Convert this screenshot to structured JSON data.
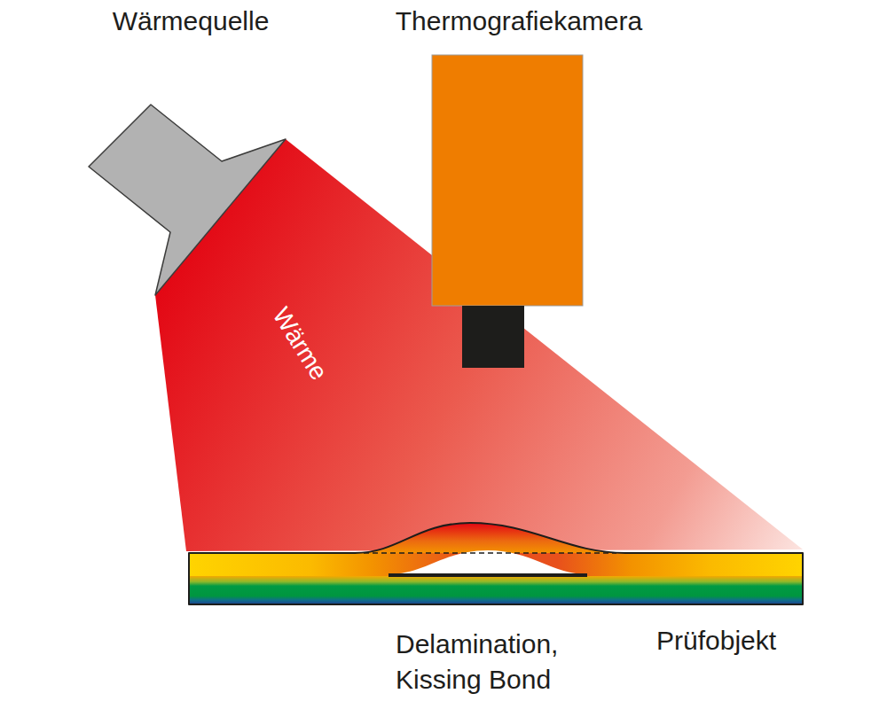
{
  "diagram": {
    "nodes": [
      {
        "text": [
          "Wärmequelle"
        ]
      },
      {
        "text": [
          "Thermografiekamera"
        ]
      },
      {
        "text": [
          "Prüfobjekt"
        ]
      }
    ],
    "labels": [
      "Wärme",
      "Delamination, Kissing Bond"
    ]
  }
}
